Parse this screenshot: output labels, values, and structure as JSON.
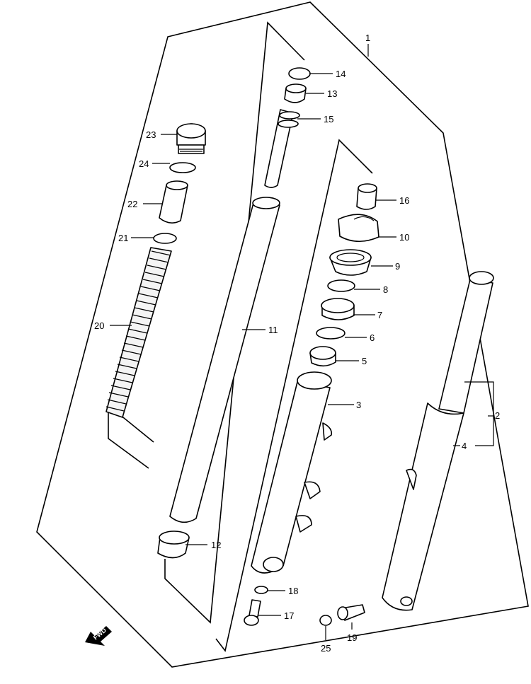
{
  "diagram": {
    "labels": [
      "1",
      "2",
      "3",
      "4",
      "5",
      "6",
      "7",
      "8",
      "9",
      "10",
      "11",
      "12",
      "13",
      "14",
      "15",
      "16",
      "17",
      "18",
      "19",
      "20",
      "21",
      "22",
      "23",
      "24",
      "25"
    ],
    "fwd_text": "FWD"
  }
}
